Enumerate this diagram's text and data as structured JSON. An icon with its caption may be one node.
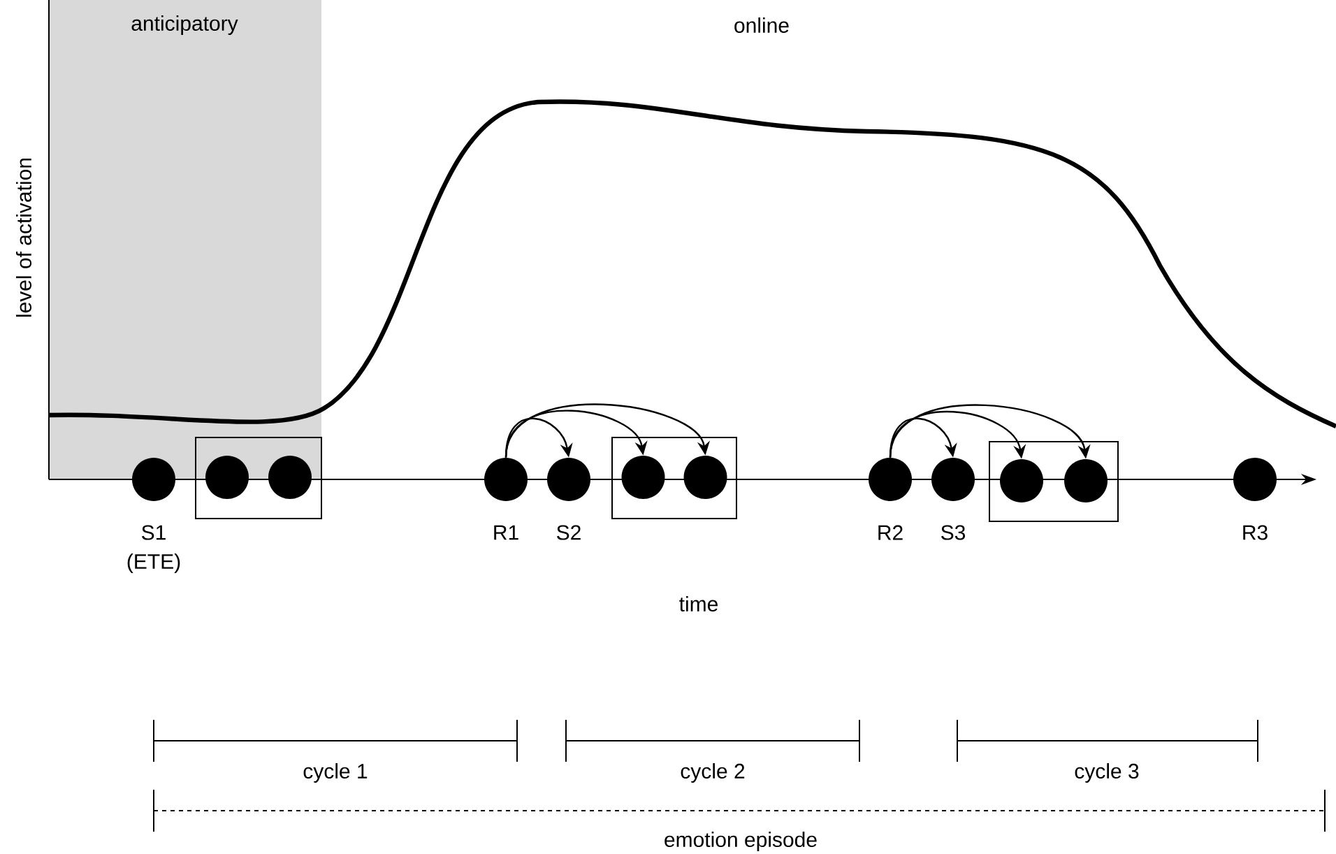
{
  "diagram": {
    "nodes": [
      {
        "text": [],
        "shape": "circle",
        "beside": [
          "S1",
          "(ETE)"
        ]
      },
      {
        "text": [],
        "shape": "box"
      },
      {
        "text": [],
        "shape": "circle",
        "in": 1
      },
      {
        "text": [],
        "shape": "circle",
        "in": 1
      },
      {
        "text": [],
        "shape": "circle",
        "beside": [
          "R1"
        ]
      },
      {
        "text": [],
        "shape": "circle",
        "beside": [
          "S2"
        ]
      },
      {
        "text": [],
        "shape": "box"
      },
      {
        "text": [],
        "shape": "circle",
        "in": 6
      },
      {
        "text": [],
        "shape": "circle",
        "in": 6
      },
      {
        "text": [],
        "shape": "circle",
        "beside": [
          "R2"
        ]
      },
      {
        "text": [],
        "shape": "circle",
        "beside": [
          "S3"
        ]
      },
      {
        "text": [],
        "shape": "box"
      },
      {
        "text": [],
        "shape": "circle",
        "in": 11
      },
      {
        "text": [],
        "shape": "circle",
        "in": 11
      },
      {
        "text": [],
        "shape": "circle",
        "beside": [
          "R3"
        ]
      }
    ],
    "edges": [
      {
        "from": 4,
        "to": 5,
        "arrow": "to"
      },
      {
        "from": 4,
        "to": 7,
        "arrow": "to"
      },
      {
        "from": 4,
        "to": 8,
        "arrow": "to"
      },
      {
        "from": 9,
        "to": 10,
        "arrow": "to"
      },
      {
        "from": 9,
        "to": 12,
        "arrow": "to"
      },
      {
        "from": 9,
        "to": 13,
        "arrow": "to"
      }
    ],
    "labels": [
      "anticipatory",
      "online",
      "level of activation",
      "time",
      "cycle 1",
      "cycle 2",
      "cycle 3",
      "emotion episode"
    ]
  }
}
